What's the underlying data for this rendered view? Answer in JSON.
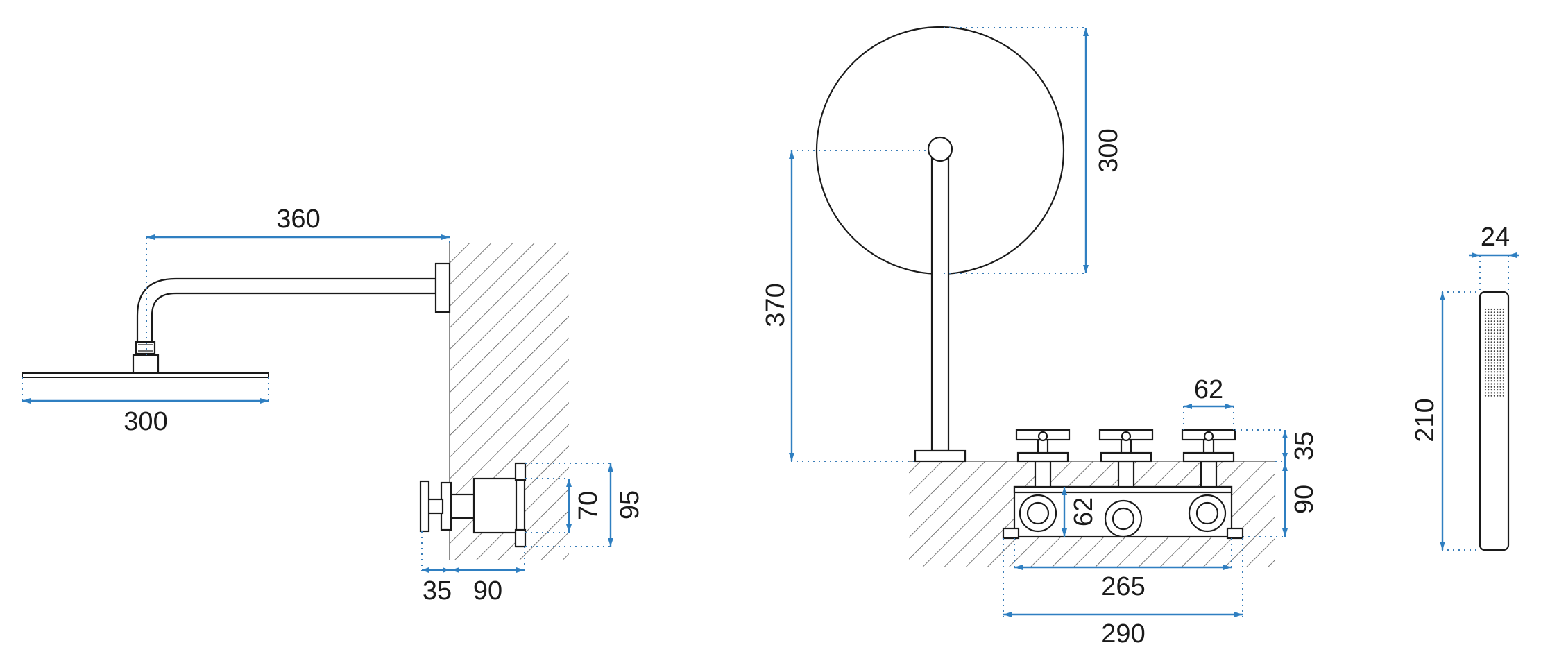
{
  "colors": {
    "dimension": "#2f7fc1",
    "outline": "#1a1a1a",
    "hatch": "#555555",
    "background": "#ffffff"
  },
  "side_view": {
    "arm_length": "360",
    "head_diameter": "300",
    "valve_projection": "35",
    "valve_depth": "90",
    "valve_body_height": "70",
    "valve_flange_height": "95"
  },
  "front_view": {
    "head_diameter": "300",
    "arm_height": "370",
    "handle_spacing": "62",
    "handle_height": "35",
    "mixer_depth": "90",
    "mixer_body_height": "62",
    "body_width": "265",
    "flange_width": "290"
  },
  "hand_shower": {
    "width": "24",
    "length": "210"
  }
}
